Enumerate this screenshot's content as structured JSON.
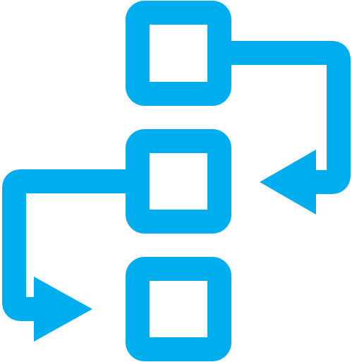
{
  "icon": {
    "name": "workflow-flowchart-icon",
    "color": "#00AEEF",
    "background": "#FFFFFF",
    "boxes": [
      "top-box",
      "middle-box",
      "bottom-box"
    ],
    "arrows": [
      "right-return-arrow",
      "left-return-arrow"
    ]
  }
}
